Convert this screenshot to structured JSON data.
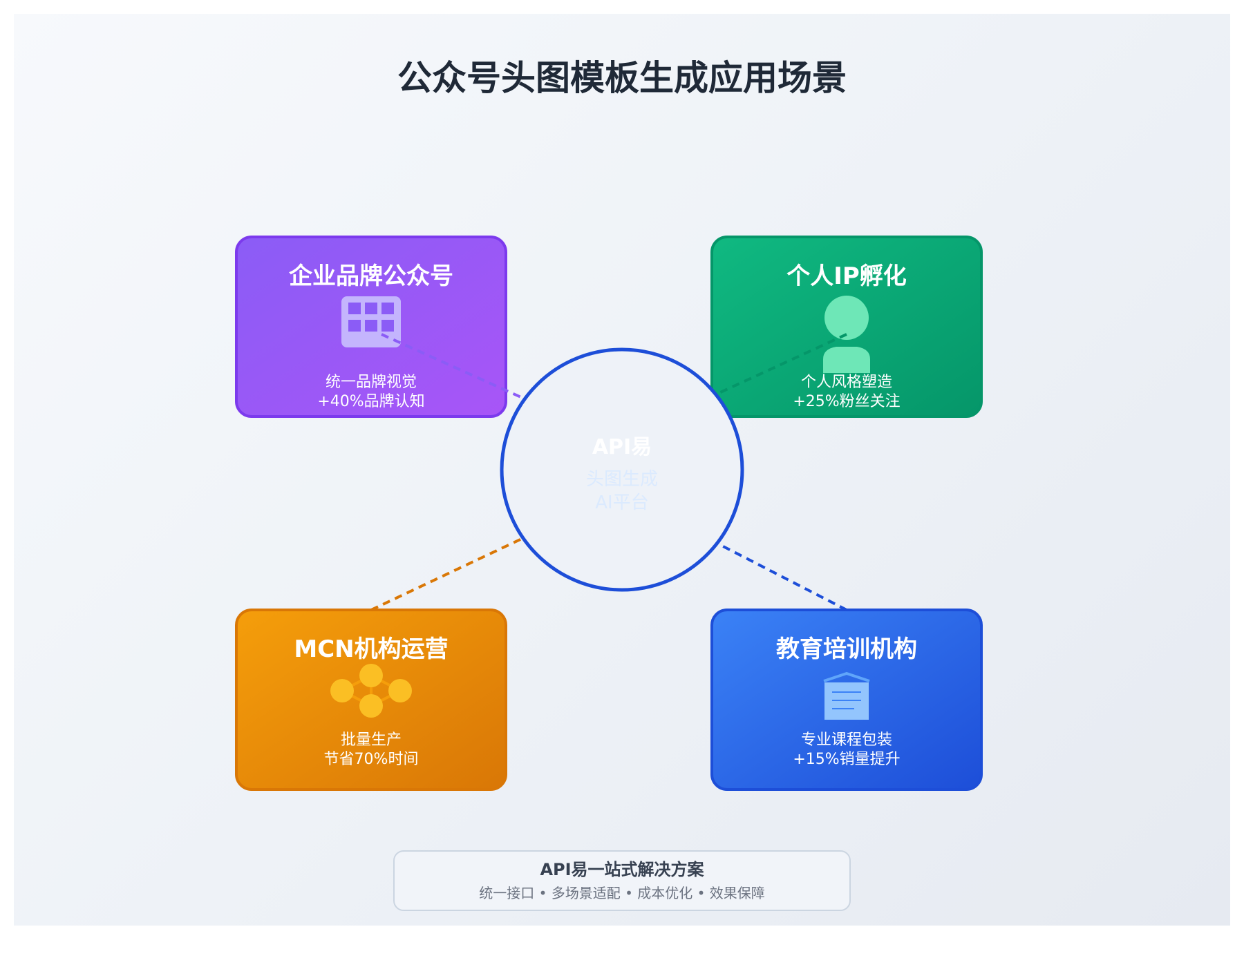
{
  "title": "公众号头图模板生成应用场景",
  "center": {
    "title": "API易",
    "line1": "头图生成",
    "line2": "AI平台"
  },
  "cards": [
    {
      "title": "企业品牌公众号",
      "desc1": "统一品牌视觉",
      "desc2": "+40%品牌认知",
      "icon": "building-grid-icon"
    },
    {
      "title": "个人IP孵化",
      "desc1": "个人风格塑造",
      "desc2": "+25%粉丝关注",
      "icon": "person-icon"
    },
    {
      "title": "MCN机构运营",
      "desc1": "批量生产",
      "desc2": "节省70%时间",
      "icon": "network-icon"
    },
    {
      "title": "教育培训机构",
      "desc1": "专业课程包装",
      "desc2": "+15%销量提升",
      "icon": "book-icon"
    }
  ],
  "footer": {
    "title": "API易一站式解决方案",
    "subtitle": "统一接口 • 多场景适配 • 成本优化 • 效果保障"
  },
  "colors": {
    "purple": "#8b5cf6",
    "green": "#10b981",
    "orange": "#f59e0b",
    "blue": "#3b82f6",
    "center_ring": "#1d4ed8"
  }
}
